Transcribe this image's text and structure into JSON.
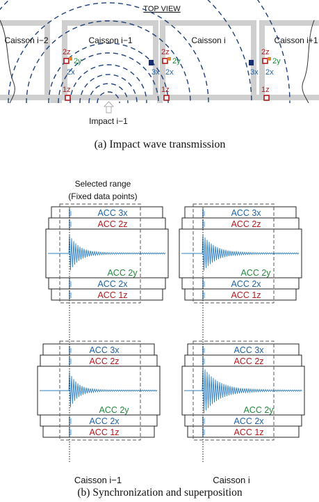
{
  "top_view": {
    "title": "TOP VIEW",
    "caissons": [
      "Caisson i−2",
      "Caisson i−1",
      "Caisson i",
      "Caisson i+1"
    ],
    "impact_label": "Impact i−1",
    "sensor_labels": {
      "2z": "2z",
      "2y": "2y",
      "2x": "2x",
      "3x": "3x",
      "1z": "1z"
    },
    "caption": "(a) Impact wave transmission"
  },
  "sync": {
    "selected_range": "Selected range",
    "fixed_points": "(Fixed data points)",
    "channels": [
      "ACC 3x",
      "ACC 2z",
      "ACC 2y",
      "ACC 2x",
      "ACC 1z"
    ],
    "bottom_labels": [
      "Caisson i−1",
      "Caisson i"
    ],
    "caption": "(b) Synchronization and superposition"
  },
  "colors": {
    "red": "#b5171b",
    "blue": "#1c63a6",
    "green": "#1f8a3c",
    "signal": "#2e7fc2",
    "wave": "#1e3f7a",
    "wall": "#cfcfcf"
  }
}
